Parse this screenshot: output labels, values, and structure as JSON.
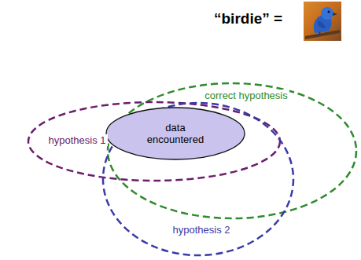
{
  "diagram": {
    "title": "“birdie” =",
    "nodes": [
      {
        "text": [
          "correct hypothesis"
        ]
      },
      {
        "text": [
          "hypothesis 1"
        ]
      },
      {
        "text": [
          "data encountered"
        ]
      },
      {
        "text": [
          "hypothesis 2"
        ]
      }
    ]
  }
}
